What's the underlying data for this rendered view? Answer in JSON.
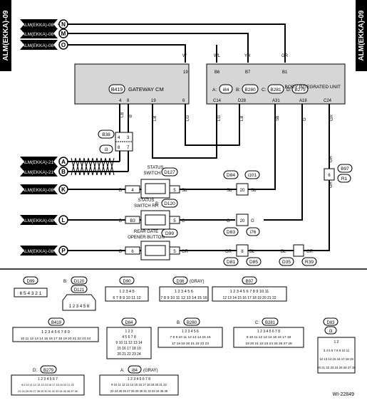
{
  "page_tag": "ALM(EKKA)-09",
  "figure_id": "WI-22849",
  "refs": [
    {
      "src": "ALM(EKKA)-08",
      "id": "N"
    },
    {
      "src": "ALM(EKKA)-08",
      "id": "M"
    },
    {
      "src": "ALM(EKKA)-08",
      "id": "O"
    },
    {
      "src": "ALM(EKKA)-21",
      "id": "A"
    },
    {
      "src": "ALM(EKKA)-21",
      "id": "B"
    },
    {
      "src": "ALM(EKKA)-08",
      "id": "K"
    },
    {
      "src": "ALM(EKKA)-08",
      "id": "L"
    },
    {
      "src": "ALM(EKKA)-08",
      "id": "P"
    }
  ],
  "gateway": {
    "code": "B419",
    "name": "GATEWAY CM",
    "top_pins": [
      "19",
      "W"
    ],
    "bottom_pins": [
      "4",
      "8",
      "19",
      "6"
    ],
    "bottom_colors": [
      "LB",
      "B",
      "LB",
      "LG"
    ]
  },
  "biu": {
    "name": "BODY INTEGRATED UNIT",
    "conns": [
      {
        "l": "A:",
        "c": "i84"
      },
      {
        "l": "B:",
        "c": "B280"
      },
      {
        "l": "C:",
        "c": "B281"
      },
      {
        "l": "D:",
        "c": "B279"
      }
    ],
    "top": [
      {
        "p": "B6",
        "w": "WL"
      },
      {
        "p": "B7",
        "w": "YR"
      },
      {
        "p": "B1",
        "w": "GR"
      }
    ],
    "bottom": [
      {
        "p": "C14",
        "w": "LG"
      },
      {
        "p": "D28",
        "w": "LB"
      },
      {
        "p": "A31",
        "w": "Sb"
      },
      {
        "p": "A18",
        "w": "G"
      },
      {
        "p": "C24",
        "w": "GR"
      }
    ]
  },
  "b38": {
    "code": "B38",
    "conn": "i3",
    "pins": [
      "4",
      "3",
      "8",
      "7"
    ],
    "colors": [
      "LB",
      "B",
      "LB",
      "B"
    ]
  },
  "status_lh": {
    "name1": "STATUS",
    "name2": "SWITCH LH",
    "code": "D127",
    "left_pin": "4",
    "right_pin": "5",
    "lw": "B",
    "rw": "Sb"
  },
  "status_rh": {
    "name1": "STATUS",
    "name2": "SWITCH RH",
    "prefix": "B:",
    "code": "D120",
    "left_pin": "B3",
    "right_pin": "5",
    "lw": "B",
    "rw": "G"
  },
  "rear_gate": {
    "name1": "REAR GATE",
    "name2": "OPENER BUTTON",
    "code": "D99",
    "left_pin": "6",
    "right_pin": "5",
    "lw": "B",
    "rw": "GR"
  },
  "d84": {
    "code": "D84",
    "j": "i101",
    "pin": "20",
    "w": "Sb"
  },
  "d83": {
    "code": "D83",
    "j": "i76",
    "pin": "20",
    "w": "G"
  },
  "d81": {
    "code": "D81",
    "j": "D85",
    "pin": "8",
    "w": "BL",
    "lw": "GR"
  },
  "d35": {
    "code": "D35",
    "j": "R39",
    "w": "BL",
    "rw": "GR"
  },
  "b97": {
    "code": "B97",
    "j": "R1",
    "pin": "6",
    "w": "GR"
  },
  "legend": {
    "d99": {
      "code": "D99",
      "text": "6 5 4 3 2 1"
    },
    "d120": {
      "prefix": "B:",
      "code1": "D120",
      "code2": "D121",
      "text": "1 2 3 4 5 6"
    },
    "d90": {
      "code": "D90",
      "row1": "1 2 3 4 5",
      "row2": "6 7 8 9 10 11 12"
    },
    "d36": {
      "code": "D36",
      "suffix": "(GRAY)",
      "row1": "1 2 3 4 5 6",
      "row2": "7 8 9 10 11 12 13 14 15 16"
    },
    "b97": {
      "code": "B97",
      "row1": "1 2 3 4 5 6 7 8 9 10 11",
      "row2": "12 13 14 15 16 17 18 19 20 21 22"
    },
    "b419": {
      "code": "B419",
      "row1": "1 2 3 4 5 6 7 8 9",
      "row2": "10 11 12 13 14 15 16 17 18 19 20 21 22 23 24"
    },
    "d84": {
      "code": "D84",
      "rows": [
        "1 2 3",
        "4 5 6 7 8",
        "9 10 11 12 13 14",
        "15 16 17 18 19",
        "20 21 22 23 24"
      ]
    },
    "b280": {
      "prefix": "B:",
      "code": "B280",
      "rows": [
        "1 2 3 4 5 6",
        "7 8 9 10 11 12 13 14 15 16",
        "17 18 19 20 21 22 23 24"
      ]
    },
    "b281": {
      "prefix": "C:",
      "code": "B281",
      "rows": [
        "1 2 3 4 5 6 7 8",
        "9 10 11 12 13 14 15 16 17 18",
        "19 20 21 22 23 24 25 26 27 28"
      ]
    },
    "d83": {
      "code1": "D83",
      "code2": "i3",
      "rows": [
        "1 2",
        "3 4 5 6 7 8 9 10 11",
        "12 13 14 15 16 17 18 19",
        "20 21 22 23 24 25 26 27 28"
      ]
    },
    "b279": {
      "prefix": "D:",
      "code": "B279",
      "rows": [
        "1 2 3 4 5 6 7",
        "8 9 10 11 12 13 14 15 16 17 18 19 20 21 22",
        "23 24 25 26 27 28 29 30 31 32 33 34 35 36 37 38"
      ]
    },
    "i84": {
      "prefix": "A:",
      "code": "i84",
      "suffix": "(GRAY)",
      "rows": [
        "1 2 3 4 5 6 7 8",
        "9 10 11 12 13 14 15 16 17 18 19 20 21 22",
        "23 24 25 26 27 28 29 30 31 32 33 34 35 36"
      ]
    }
  }
}
